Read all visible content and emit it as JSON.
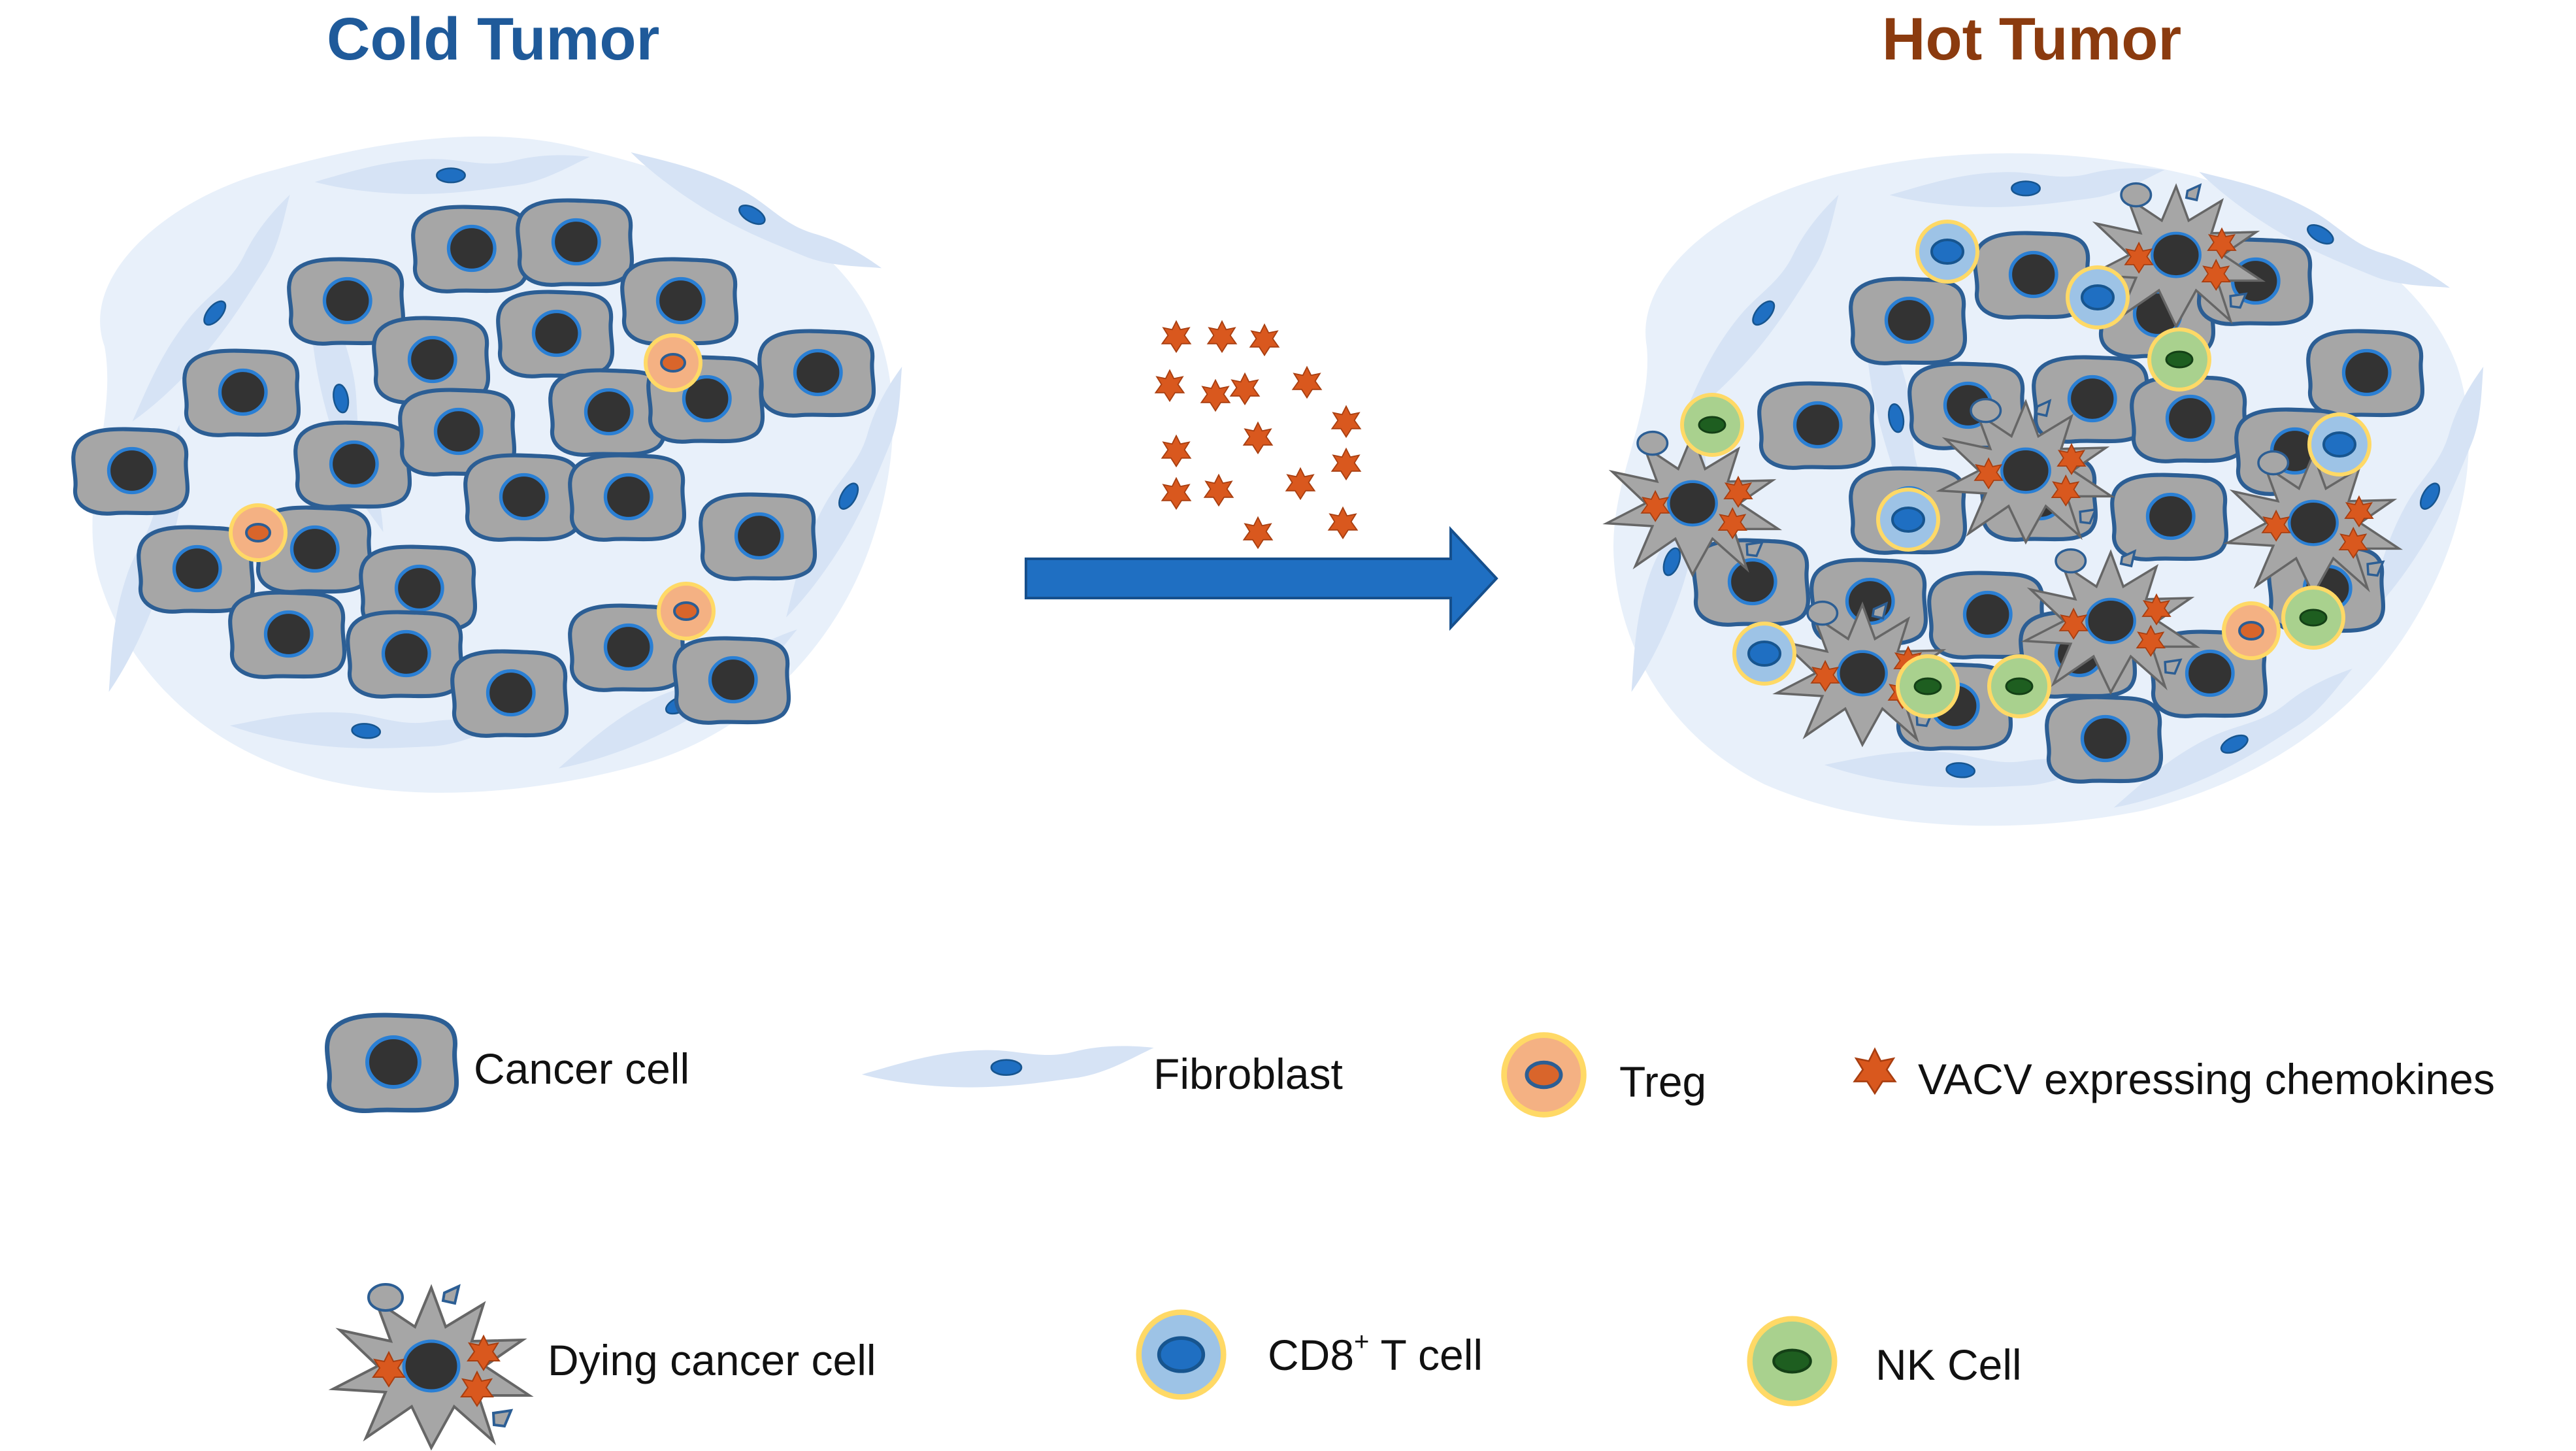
{
  "titles": {
    "cold": "Cold Tumor",
    "hot": "Hot Tumor"
  },
  "legend": {
    "cancer_cell": "Cancer cell",
    "fibroblast": "Fibroblast",
    "treg": "Treg",
    "vacv": "VACV expressing chemokines",
    "dying_cancer_cell": "Dying cancer cell",
    "cd8_prefix": "CD8",
    "cd8_sup": "+",
    "cd8_suffix": " T cell",
    "nk_cell": "NK Cell"
  },
  "colors": {
    "cold_title": "#1f5a9a",
    "hot_title": "#8b3b0f",
    "cancer_fill": "#a6a6a6",
    "cancer_stroke": "#2c5e94",
    "nucleus": "#333333",
    "fibroblast_fill": "#d6e3f5",
    "fibroblast_nucleus": "#1f6fc2",
    "treg_fill": "#f4b183",
    "treg_ring": "#ffd966",
    "treg_nucleus": "#d9652b",
    "virus": "#d9581e",
    "cd8_fill": "#9dc3e6",
    "cd8_nucleus": "#1f6fc2",
    "nk_fill": "#a9d18e",
    "nk_nucleus": "#1e5e20",
    "dying_fill": "#a6a6a6",
    "arrow": "#1f6fc2"
  }
}
